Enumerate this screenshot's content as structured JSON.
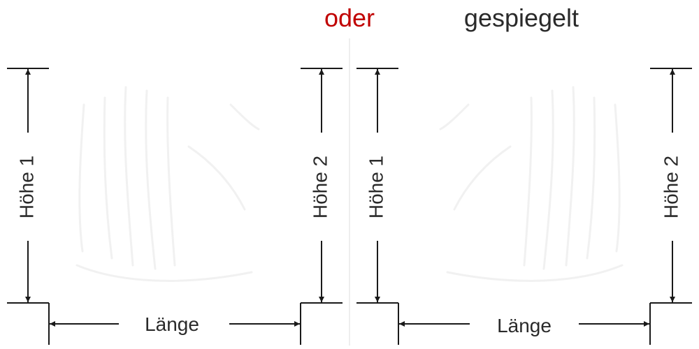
{
  "header": {
    "or_label": "oder",
    "mirrored_label": "gespiegelt"
  },
  "left_panel": {
    "height1_label": "Höhe 1",
    "height2_label": "Höhe 2",
    "length_label": "Länge"
  },
  "right_panel": {
    "height1_label": "Höhe 1",
    "height2_label": "Höhe 2",
    "length_label": "Länge"
  },
  "colors": {
    "accent": "#c00000",
    "text": "#2a2a2a",
    "line": "#1a1a1a",
    "divider": "#dcdcdc",
    "watermark": "#f1f1f1"
  }
}
